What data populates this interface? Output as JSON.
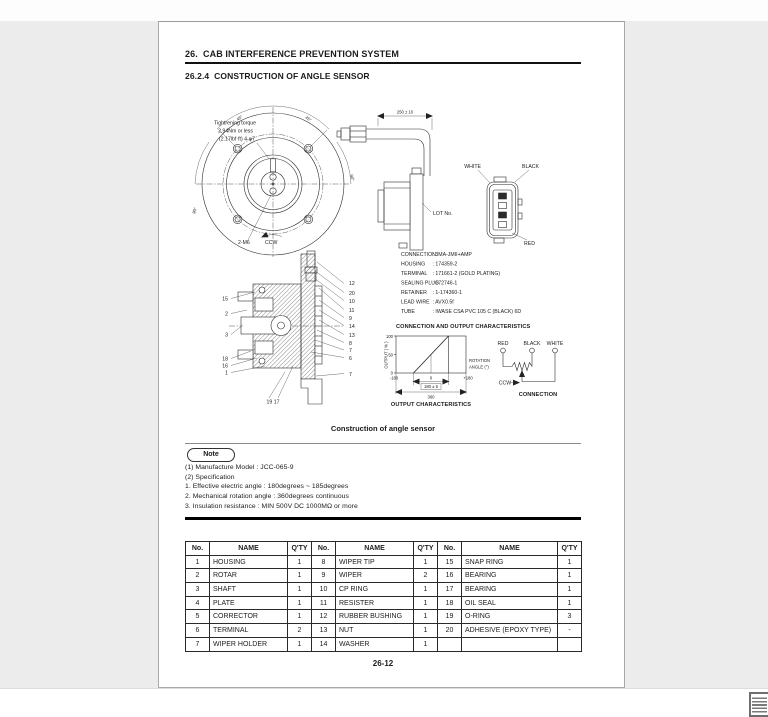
{
  "header": {
    "section_title": "26.  CAB INTERFERENCE PREVENTION SYSTEM",
    "subsection_title": "26.2.4  CONSTRUCTION OF ANGLE SENSOR"
  },
  "figure": {
    "front_view": {
      "torque_line1": "Tightrening torque",
      "torque_line2": "2.94Nm or less",
      "torque_line3": "(2.17lbf·ft) 4-φ7",
      "bolt_label": "2-M6",
      "ccw_label": "CCW",
      "angles": [
        "45°",
        "45°",
        "90°",
        "90°"
      ]
    },
    "side_view": {
      "cable_dimension": "250 ± 10",
      "lot_label": "LOT No."
    },
    "connector_view": {
      "white_label": "WHITE",
      "black_label": "BLACK",
      "red_label": "RED"
    },
    "specs": [
      {
        "label": "CONNECTION",
        "value": ": 3MA-JMII+AMP"
      },
      {
        "label": "HOUSING",
        "value": ": 174359-2"
      },
      {
        "label": "TERMINAL",
        "value": ": 171661-2 (GOLD PLATING)"
      },
      {
        "label": "SEALING PLUG",
        "value": ": 172746-1"
      },
      {
        "label": "RETAINER",
        "value": ": 1-174360-1"
      },
      {
        "label": "LEAD WIRE",
        "value": ": AVX0.5f"
      },
      {
        "label": "TUBE",
        "value": ": IWASE CSA PVC 105 C (BLACK) 6D"
      }
    ],
    "characteristics_heading": "CONNECTION AND OUTPUT CHARACTERISTICS",
    "graph": {
      "ylabel": "OUTPUT ( % )",
      "ytick_100": "100",
      "ytick_50": "50",
      "ytick_0": "0",
      "xtick_neg": "-180",
      "xtick_zero": "0",
      "xtick_pos": "+180",
      "xlabel_line1": "ROTATION",
      "xlabel_line2": "ANGLE (°)",
      "dim_inner": "180 ± 5",
      "dim_outer": "360",
      "caption": "OUTPUT CHARACTERISTICS"
    },
    "connection_diagram": {
      "red_label": "RED",
      "black_label": "BLACK",
      "white_label": "WHITE",
      "ccw_label": "CCW",
      "caption": "CONNECTION"
    },
    "cross_section": {
      "right_callouts": [
        "12",
        "20",
        "10",
        "11",
        "9",
        "14",
        "13",
        "8",
        "7",
        "6",
        "7"
      ],
      "left_callouts": [
        "15",
        "2",
        "3",
        "18",
        "16",
        "1"
      ],
      "bottom_callouts": "19 17"
    },
    "caption": "Construction of angle sensor"
  },
  "note": {
    "label": "Note",
    "lines": [
      "(1) Manufacture Model : JCC-065-9",
      "(2) Specification",
      "1. Effective electric angle : 180degrees ~ 185degrees",
      "2. Mechanical rotation angle : 360degrees continuous",
      "3. Insulation resistance : MIN 500V DC 1000MΩ or more"
    ]
  },
  "parts_table": {
    "headers": [
      "No.",
      "NAME",
      "Q'TY",
      "No.",
      "NAME",
      "Q'TY",
      "No.",
      "NAME",
      "Q'TY"
    ],
    "rows": [
      [
        "1",
        "HOUSING",
        "1",
        "8",
        "WIPER TIP",
        "1",
        "15",
        "SNAP RING",
        "1"
      ],
      [
        "2",
        "ROTAR",
        "1",
        "9",
        "WIPER",
        "2",
        "16",
        "BEARING",
        "1"
      ],
      [
        "3",
        "SHAFT",
        "1",
        "10",
        "CP RING",
        "1",
        "17",
        "BEARING",
        "1"
      ],
      [
        "4",
        "PLATE",
        "1",
        "11",
        "RESISTER",
        "1",
        "18",
        "OIL SEAL",
        "1"
      ],
      [
        "5",
        "CORRECTOR",
        "1",
        "12",
        "RUBBER BUSHING",
        "1",
        "19",
        "O-RING",
        "3"
      ],
      [
        "6",
        "TERMINAL",
        "2",
        "13",
        "NUT",
        "1",
        "20",
        "ADHESIVE (EPOXY TYPE)",
        "-"
      ],
      [
        "7",
        "WIPER HOLDER",
        "1",
        "14",
        "WASHER",
        "1",
        "",
        "",
        ""
      ]
    ]
  },
  "footer": {
    "page_number": "26-12"
  },
  "icons": {
    "corner_icon": "document-lines-icon"
  },
  "colors": {
    "page_bg": "#ffffff",
    "canvas_bg": "#ececec",
    "ink": "#1c1c1e"
  },
  "chart_data": {
    "type": "line",
    "title": "OUTPUT CHARACTERISTICS",
    "xlabel": "ROTATION ANGLE (°)",
    "ylabel": "OUTPUT ( % )",
    "xlim": [
      -180,
      180
    ],
    "ylim": [
      0,
      100
    ],
    "x_ticks": [
      -180,
      0,
      180
    ],
    "y_ticks": [
      0,
      50,
      100
    ],
    "series": [
      {
        "name": "sensor output vs rotation angle",
        "points": [
          [
            -90,
            0
          ],
          [
            90,
            100
          ]
        ]
      }
    ],
    "annotations": [
      "180 ± 5",
      "360"
    ],
    "grid": false,
    "legend": "none"
  }
}
